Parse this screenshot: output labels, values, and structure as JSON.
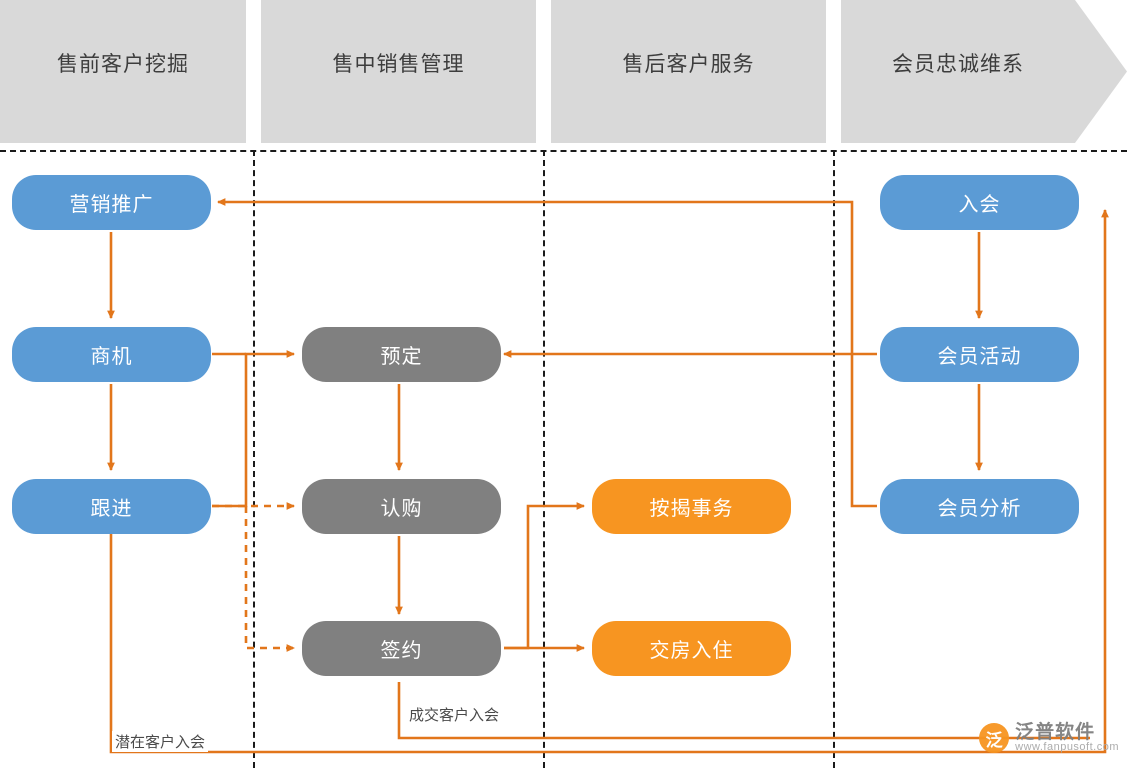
{
  "diagram": {
    "title": "",
    "colors": {
      "blue": "#5b9bd5",
      "gray": "#808080",
      "orange": "#f79521",
      "band": "#d9d9d9",
      "arrow": "#e2761b",
      "divider": "#1a1a1a"
    },
    "phases": [
      {
        "label": "售前客户挖掘"
      },
      {
        "label": "售中销售管理"
      },
      {
        "label": "售后客户服务"
      },
      {
        "label": "会员忠诚维系"
      }
    ],
    "nodes": [
      {
        "id": "marketing",
        "label": "营销推广",
        "color": "blue"
      },
      {
        "id": "opportunity",
        "label": "商机",
        "color": "blue"
      },
      {
        "id": "followup",
        "label": "跟进",
        "color": "blue"
      },
      {
        "id": "reserve",
        "label": "预定",
        "color": "gray"
      },
      {
        "id": "subscribe",
        "label": "认购",
        "color": "gray"
      },
      {
        "id": "contract",
        "label": "签约",
        "color": "gray"
      },
      {
        "id": "mortgage",
        "label": "按揭事务",
        "color": "orange"
      },
      {
        "id": "handover",
        "label": "交房入住",
        "color": "orange"
      },
      {
        "id": "join",
        "label": "入会",
        "color": "blue"
      },
      {
        "id": "member-activity",
        "label": "会员活动",
        "color": "blue"
      },
      {
        "id": "member-analysis",
        "label": "会员分析",
        "color": "blue"
      }
    ],
    "edge_labels": [
      {
        "id": "potential-customer-join",
        "label": "潜在客户入会"
      },
      {
        "id": "closed-customer-join",
        "label": "成交客户入会"
      }
    ]
  },
  "watermark": {
    "mark": "泛",
    "name": "泛普软件",
    "url": "www.fanpusoft.com"
  }
}
